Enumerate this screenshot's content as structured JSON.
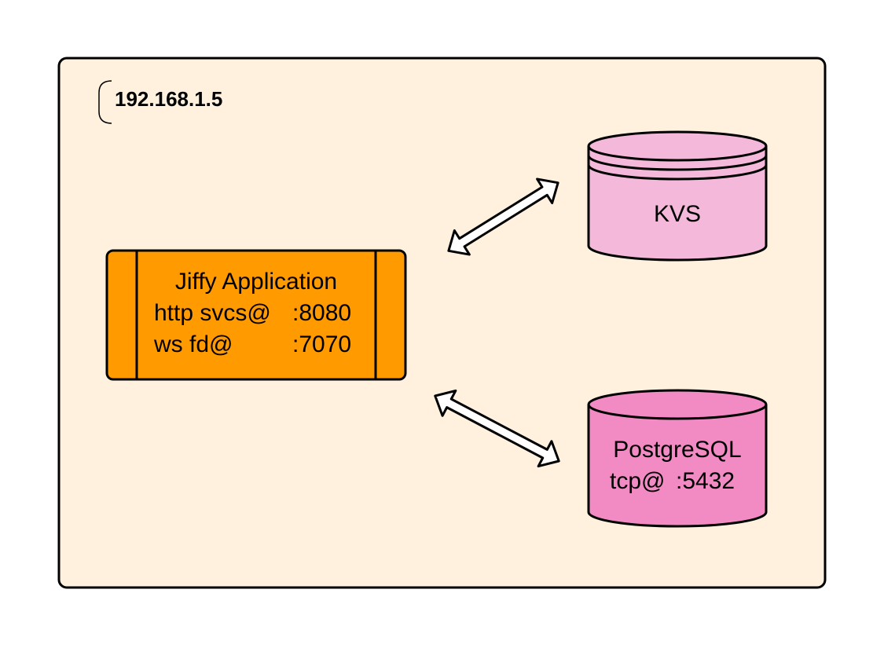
{
  "host": {
    "ip_label": "192.168.1.5"
  },
  "app": {
    "name": "Jiffy Application",
    "http_label": "http svcs@",
    "http_port": ":8080",
    "ws_label": "ws fd@",
    "ws_port": ":7070"
  },
  "kvs": {
    "label": "KVS"
  },
  "postgres": {
    "name": "PostgreSQL",
    "protocol": "tcp@",
    "port": ":5432"
  },
  "colors": {
    "host_fill": "#fff1de",
    "app_fill": "#ff9a00",
    "kvs_fill": "#f4b8da",
    "postgres_fill": "#f28bc4",
    "stroke": "#000000",
    "arrow_fill": "#ffffff"
  }
}
